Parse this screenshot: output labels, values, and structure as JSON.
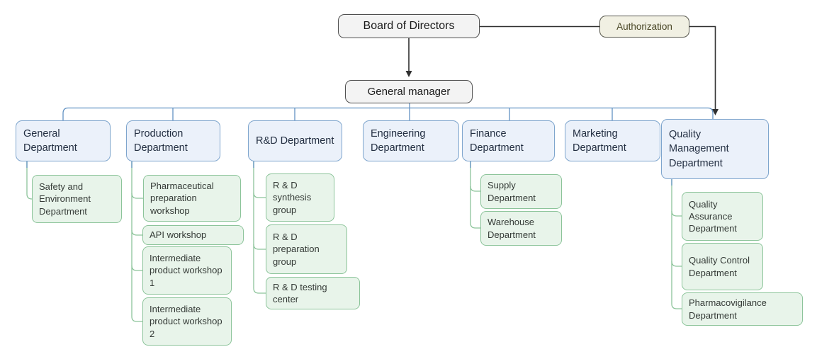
{
  "diagram": {
    "title_node": "Board of Directors",
    "authorization_node": "Authorization",
    "general_manager_node": "General manager",
    "departments": [
      {
        "label": "General Department",
        "children": [
          "Safety and Environment Department"
        ]
      },
      {
        "label": "Production Department",
        "children": [
          "Pharmaceutical preparation workshop",
          "API workshop",
          "Intermediate product workshop 1",
          "Intermediate product workshop 2"
        ]
      },
      {
        "label": "R&D Department",
        "children": [
          "R & D synthesis group",
          "R & D preparation group",
          "R & D testing center"
        ]
      },
      {
        "label": "Engineering Department",
        "children": []
      },
      {
        "label": "Finance Department",
        "children": [
          "Supply Department",
          "Warehouse Department"
        ]
      },
      {
        "label": "Marketing Department",
        "children": []
      },
      {
        "label": "Quality Management Department",
        "children": [
          "Quality Assurance Department",
          "Quality Control Department",
          "Pharmacovigilance Department"
        ]
      }
    ],
    "colors": {
      "executive_fill": "#f3f3f3",
      "executive_border": "#4f4f4f",
      "authorization_fill": "#f1f0e3",
      "authorization_text": "#494626",
      "department_fill": "#ebf1fa",
      "department_border": "#7ea5cd",
      "department_text": "#232f42",
      "sub_department_fill": "#e8f4ea",
      "sub_department_border": "#8cc49a",
      "connector_black": "#303030",
      "connector_blue": "#6292c2",
      "connector_green": "#8cc49a"
    }
  }
}
